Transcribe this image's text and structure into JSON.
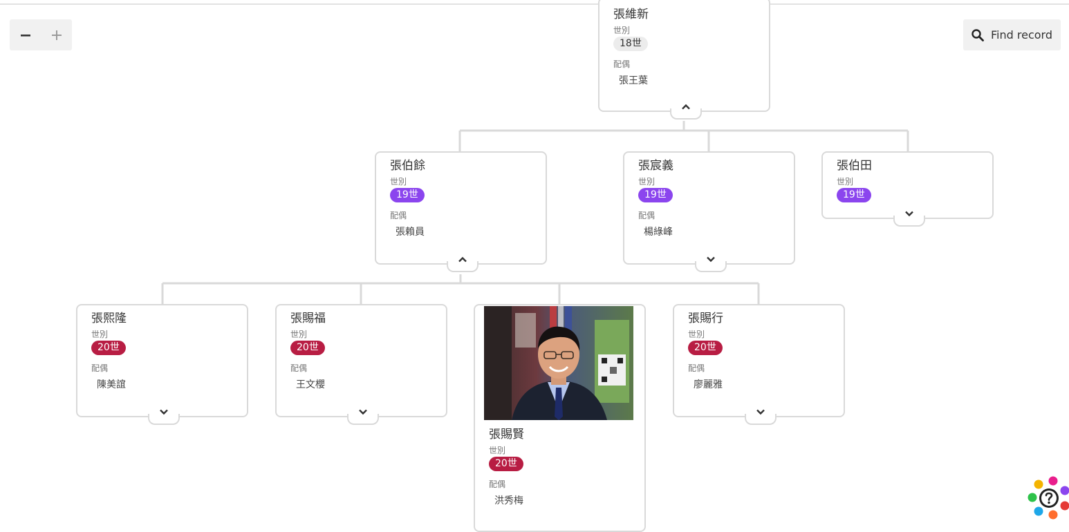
{
  "toolbar": {
    "zoom_out_label": "−",
    "zoom_in_label": "+",
    "find_label": "Find record"
  },
  "labels": {
    "generation": "世別",
    "spouse": "配偶"
  },
  "root": {
    "name": "張維新",
    "generation": "18世",
    "spouse": "張王葉"
  },
  "children": [
    {
      "name": "張伯餘",
      "generation": "19世",
      "spouse": "張賴員"
    },
    {
      "name": "張宸義",
      "generation": "19世",
      "spouse": "楊綠峰"
    },
    {
      "name": "張伯田",
      "generation": "19世"
    }
  ],
  "grandchildren": [
    {
      "name": "張熙隆",
      "generation": "20世",
      "spouse": "陳美誼"
    },
    {
      "name": "張賜福",
      "generation": "20世",
      "spouse": "王文櫻"
    },
    {
      "name": "張賜賢",
      "generation": "20世",
      "spouse": "洪秀梅"
    },
    {
      "name": "張賜行",
      "generation": "20世",
      "spouse": "廖麗雅"
    }
  ],
  "colors": {
    "gen18": "#ececec",
    "gen19": "#8b45ee",
    "gen20": "#b81d43",
    "connector": "#d9d9d9"
  },
  "icons": {
    "zoom_out": "minus-icon",
    "zoom_in": "plus-icon",
    "find": "search-icon",
    "expand": "chevron-down-icon",
    "collapse": "chevron-up-icon",
    "help": "help-icon"
  }
}
